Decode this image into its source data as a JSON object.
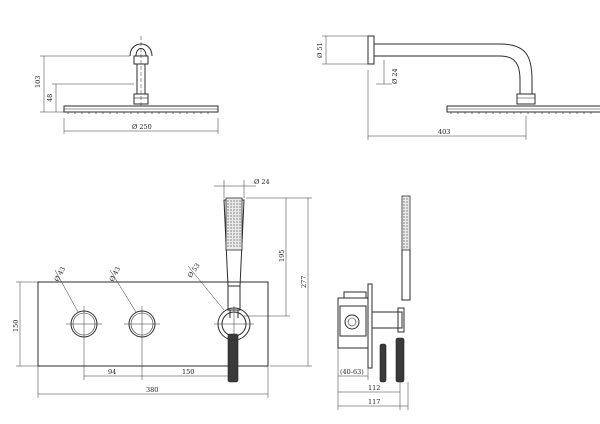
{
  "labels": {
    "top_left_height_overall": "103",
    "top_left_height_lower": "48",
    "top_left_head_diameter": "Ø 250",
    "top_right_flange_diameter": "Ø 51",
    "top_right_arm_diameter": "Ø 24",
    "top_right_projection": "403",
    "handset_diameter": "Ø 24",
    "handle_left_diameter": "Ø 43",
    "handle_mid_diameter": "Ø 43",
    "holder_diameter": "Ø 53",
    "handset_height": "195",
    "overall_height": "277",
    "plate_height": "150",
    "handle_spacing": "94",
    "holder_spacing": "150",
    "plate_width": "380",
    "wall_depth_range": "(40-63)",
    "side_depth_inner": "112",
    "side_depth_outer": "117"
  }
}
